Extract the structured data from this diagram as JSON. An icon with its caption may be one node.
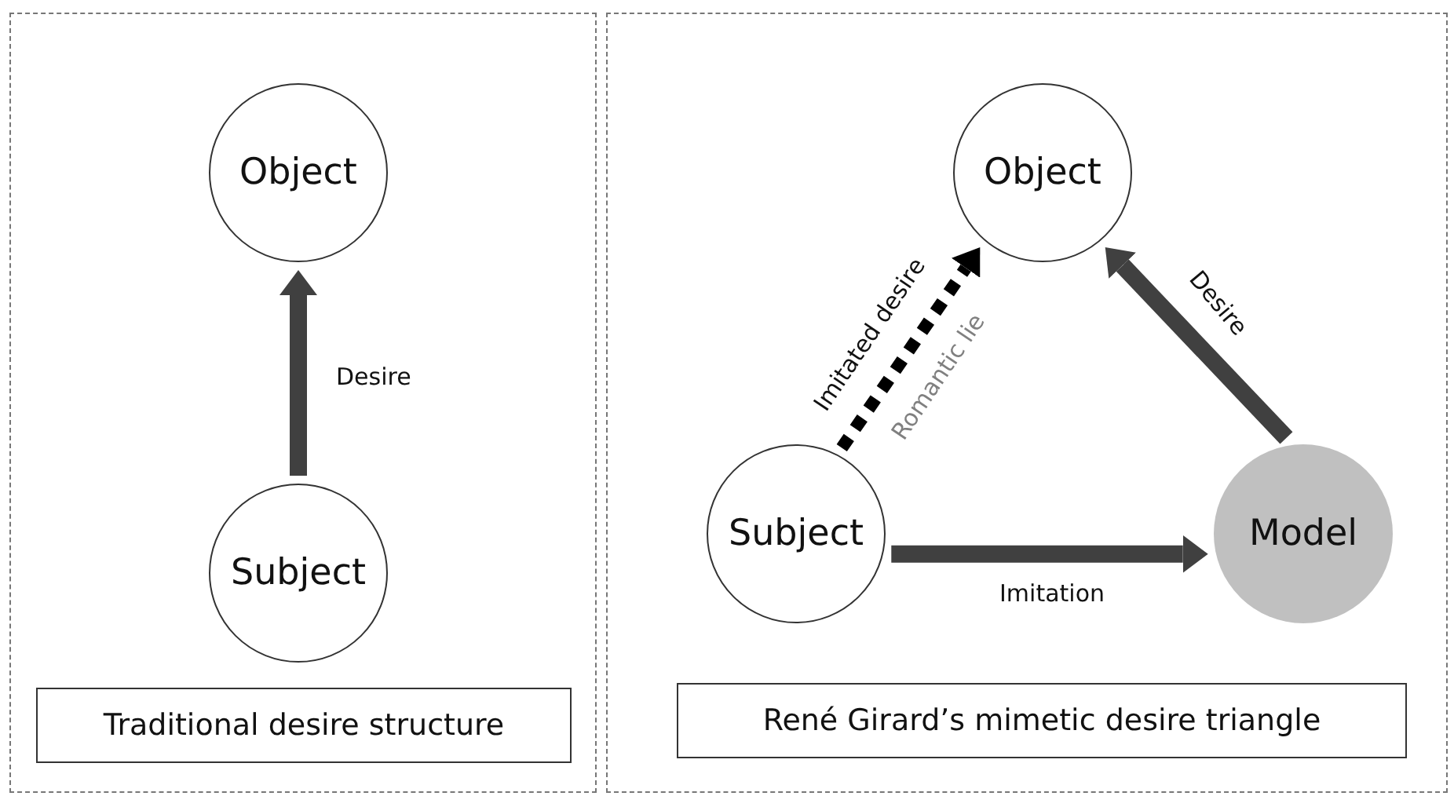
{
  "diagram": {
    "nodes": [
      {
        "text": [],
        "shape": "box"
      },
      {
        "text": [
          "Object"
        ],
        "in": 0
      },
      {
        "text": [
          "Subject"
        ],
        "in": 0
      },
      {
        "text": [
          "Traditional desire structure"
        ],
        "in": 0
      },
      {
        "text": [],
        "shape": "box"
      },
      {
        "text": [
          "Object"
        ],
        "in": 4
      },
      {
        "text": [
          "Subject"
        ],
        "in": 4
      },
      {
        "text": [
          "Model"
        ],
        "in": 4
      },
      {
        "text": [
          "René Girard’s mimetic desire triangle"
        ],
        "in": 4
      }
    ],
    "edges": [
      {
        "from": 2,
        "to": 1,
        "arrow": "to",
        "label": "Desire"
      },
      {
        "from": 6,
        "to": 5,
        "arrow": "to",
        "label": "Imitated desire",
        "style": "dashed",
        "color": "#000000"
      },
      {
        "from": 7,
        "to": 5,
        "arrow": "to",
        "label": "Desire"
      },
      {
        "from": 6,
        "to": 7,
        "arrow": "to",
        "label": "Imitation"
      }
    ],
    "labels": [
      "Romantic lie"
    ]
  }
}
